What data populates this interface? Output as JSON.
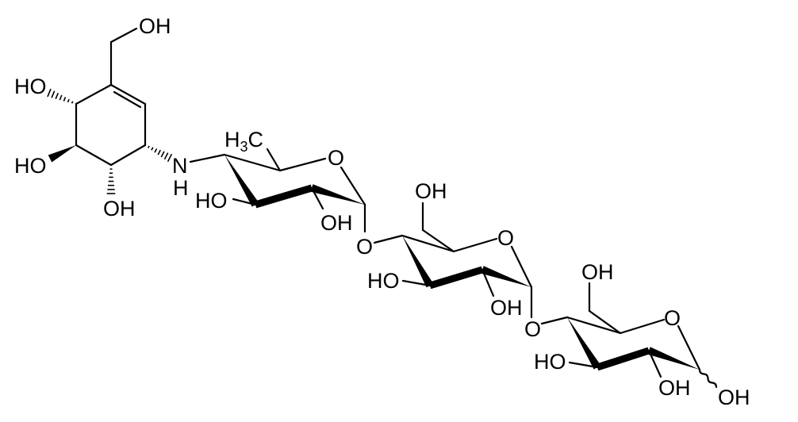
{
  "diagram": {
    "type": "chemical-structure",
    "colors": {
      "ink": "#000000",
      "background": "#ffffff"
    },
    "labels": {
      "oh_cyclohexene_ch2": "OH",
      "ho_cyclohexene_c6": "HO",
      "ho_cyclohexene_c5": "HO",
      "oh_cyclohexene_c4": "OH",
      "amine_n": "N",
      "amine_h": "H",
      "methyl": {
        "h": "H",
        "sub": "3",
        "c": "C"
      },
      "ring1_o": "O",
      "ring1_ho": "HO",
      "ring1_oh": "OH",
      "link1_o": "O",
      "ring2_ch2oh": "OH",
      "ring2_o": "O",
      "ring2_ho": "HO",
      "ring2_oh": "OH",
      "link2_o": "O",
      "ring3_ch2oh": "OH",
      "ring3_o": "O",
      "ring3_ho": "HO",
      "ring3_oh": "OH",
      "anomeric_oh": "OH"
    }
  }
}
